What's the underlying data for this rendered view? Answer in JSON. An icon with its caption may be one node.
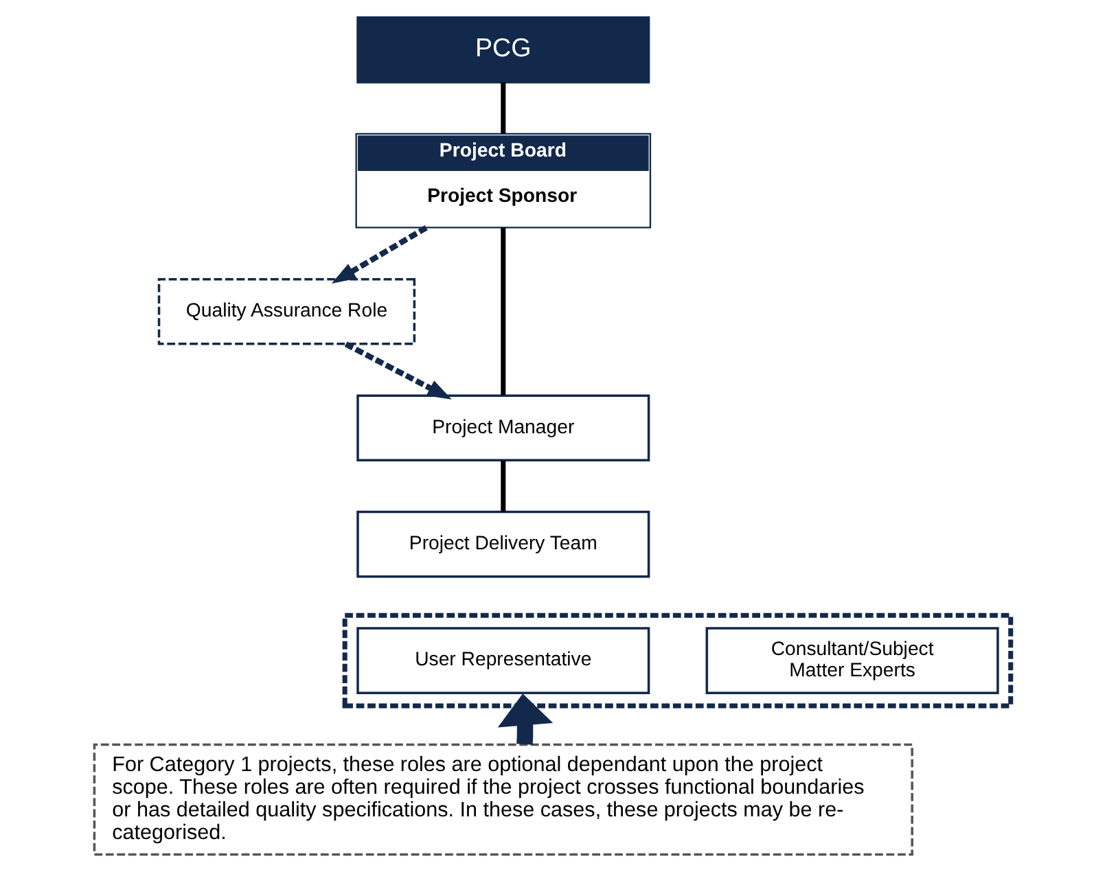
{
  "diagram": {
    "nodes": [
      {
        "text": [
          "PCG"
        ]
      },
      {
        "text": [
          "Project Board",
          "Project Sponsor"
        ]
      },
      {
        "text": [
          "Quality Assurance Role"
        ]
      },
      {
        "text": [
          "Project Manager"
        ]
      },
      {
        "text": [
          "Project Delivery Team"
        ]
      },
      {
        "text": [],
        "shape": "box"
      },
      {
        "text": [
          "User Representative"
        ],
        "in": 5
      },
      {
        "text": [
          "Consultant/Subject Matter Experts"
        ],
        "in": 5
      },
      {
        "text": [
          "For Category 1 projects, these roles are optional dependant upon the project scope. These roles are often required if the project crosses functional boundaries or has detailed quality specifications. In these cases, these projects may be re-categorised."
        ]
      }
    ],
    "edges": [
      {
        "from": 0,
        "to": 1,
        "arrow": "none"
      },
      {
        "from": 1,
        "to": 2,
        "arrow": "to",
        "style": "dashed"
      },
      {
        "from": 2,
        "to": 3,
        "arrow": "to",
        "style": "dashed"
      },
      {
        "from": 1,
        "to": 3,
        "arrow": "none"
      },
      {
        "from": 3,
        "to": 4,
        "arrow": "none"
      },
      {
        "from": 8,
        "to": 5,
        "arrow": "to",
        "style": "thick"
      }
    ]
  }
}
